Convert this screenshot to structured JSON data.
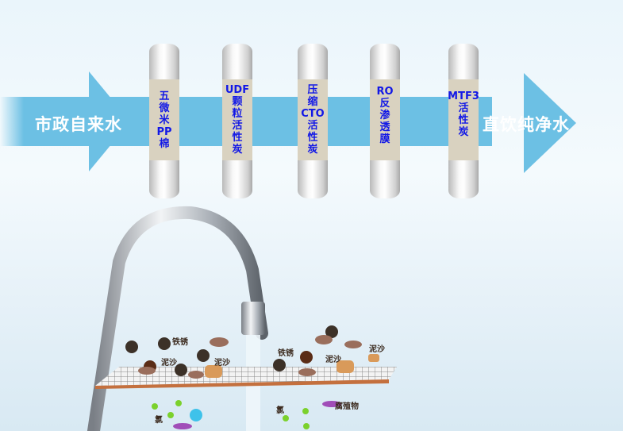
{
  "flow": {
    "source": "市政自来水",
    "output": "直饮纯净水",
    "filters": [
      {
        "lines": [
          "五",
          "微",
          "米",
          "PP",
          "棉"
        ]
      },
      {
        "lines": [
          "UDF",
          "颗",
          "粒",
          "活",
          "性",
          "炭"
        ]
      },
      {
        "lines": [
          "压",
          "缩",
          "CTO",
          "活",
          "性",
          "炭"
        ]
      },
      {
        "lines": [
          "RO",
          "反",
          "渗",
          "透",
          "膜"
        ]
      },
      {
        "lines": [
          "MTF3",
          "活",
          "性",
          "炭"
        ]
      }
    ]
  },
  "contaminants": {
    "upper": [
      "铁锈",
      "泥沙",
      "泥沙",
      "铁锈",
      "泥沙",
      "泥沙"
    ],
    "lower": [
      "氯",
      "氯",
      "腐殖物"
    ]
  },
  "colors": {
    "arrow": "#6cc0e4",
    "label_text": "#1218e6",
    "label_bg": "#d9d2c0"
  }
}
